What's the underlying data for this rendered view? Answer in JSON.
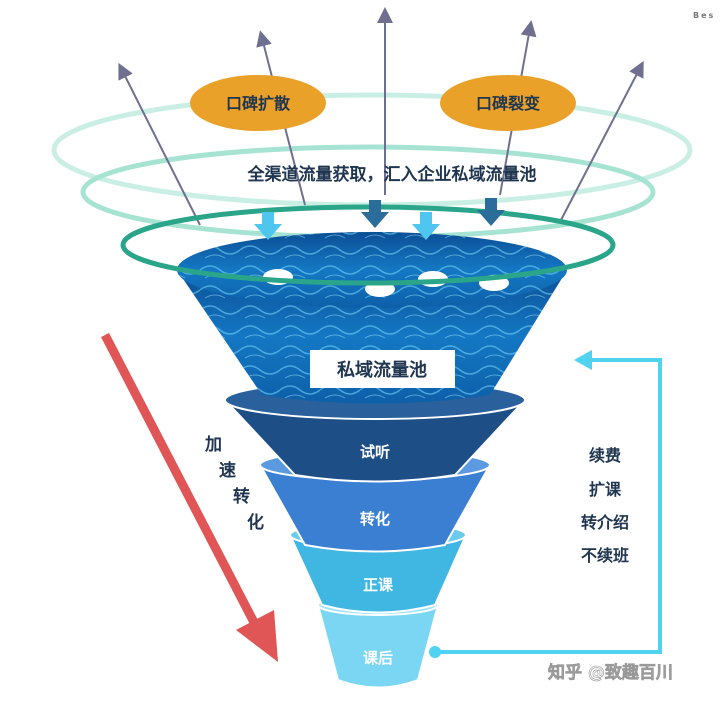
{
  "corner_text": "Bes",
  "badges": [
    "口碑扩散",
    "口碑裂变"
  ],
  "headline": "全渠道流量获取，汇入企业私域流量池",
  "pool_label": "私域流量池",
  "funnel_levels": [
    {
      "label": "试听",
      "color": "#1d4e86"
    },
    {
      "label": "转化",
      "color": "#3a7fd2"
    },
    {
      "label": "正课",
      "color": "#40b6e2"
    },
    {
      "label": "课后",
      "color": "#7ad6f2"
    }
  ],
  "accelerate_chars": [
    "加",
    "速",
    "转",
    "化"
  ],
  "loop_items": [
    "续费",
    "扩课",
    "转介绍",
    "不续班"
  ],
  "watermark": "知乎 @致趣百川",
  "colors": {
    "badge": "#e9a12a",
    "ring_outer": "#c9efe4",
    "ring_mid": "#a7e3d3",
    "ring_inner": "#2aa58a",
    "red_arrow": "#e05555",
    "loop": "#4fd3f0",
    "text_dark": "#1f3550"
  }
}
